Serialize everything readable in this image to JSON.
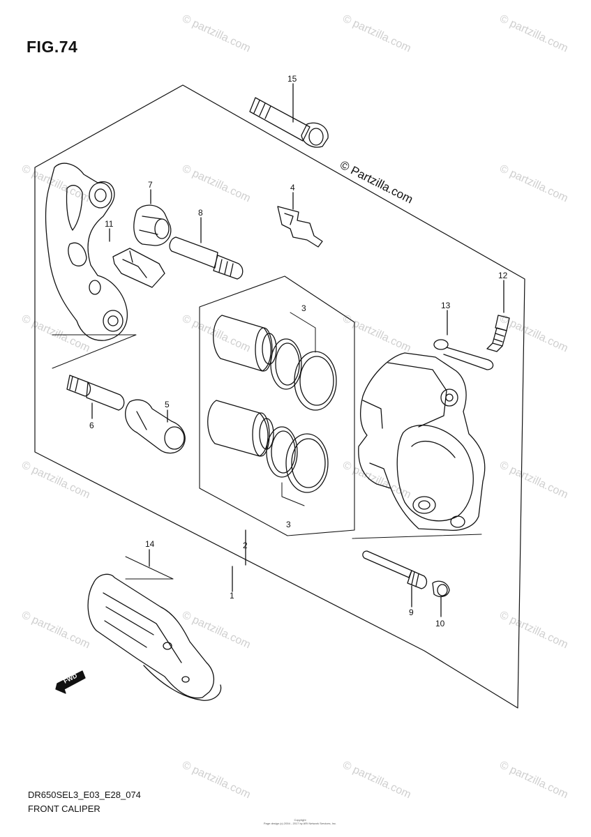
{
  "figure": {
    "title": "FIG.74",
    "model_code": "DR650SEL3_E03_E28_074",
    "name": "FRONT CALIPER",
    "copyright": "Copyright",
    "copyright_line": "Page design (c) 2004 - 2017 by ARI Network Services, Inc."
  },
  "watermark": {
    "text": "© Partzilla.com",
    "short_text": "© partzilla.com",
    "color": "#cfcfcf"
  },
  "callouts": [
    {
      "num": "1",
      "part": "caliper-assembly"
    },
    {
      "num": "2",
      "part": "piston-set"
    },
    {
      "num": "3",
      "part": "seal-set"
    },
    {
      "num": "3",
      "part": "seal-set"
    },
    {
      "num": "4",
      "part": "pad-spring"
    },
    {
      "num": "5",
      "part": "boot"
    },
    {
      "num": "6",
      "part": "pin"
    },
    {
      "num": "7",
      "part": "boot"
    },
    {
      "num": "8",
      "part": "pin"
    },
    {
      "num": "9",
      "part": "pad-pin"
    },
    {
      "num": "10",
      "part": "plug"
    },
    {
      "num": "11",
      "part": "pad-retainer"
    },
    {
      "num": "12",
      "part": "bleeder-valve"
    },
    {
      "num": "13",
      "part": "bleeder-cap"
    },
    {
      "num": "14",
      "part": "brake-pad-set"
    },
    {
      "num": "15",
      "part": "mounting-bolt"
    }
  ],
  "fwd_label": "FWD"
}
